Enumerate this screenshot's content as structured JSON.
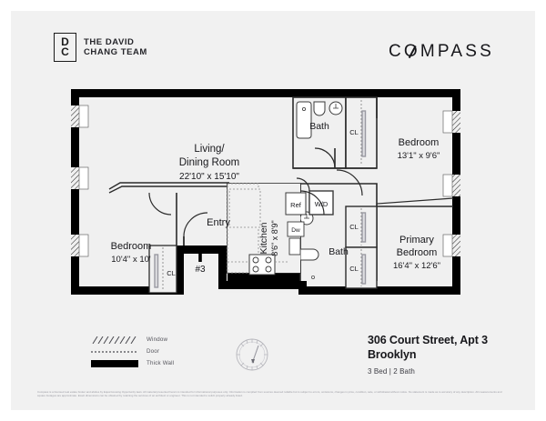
{
  "header": {
    "team_logo_letters": [
      "D",
      "C"
    ],
    "team_name_line1": "THE DAVID",
    "team_name_line2": "CHANG TEAM",
    "brokerage_logo_pre": "C",
    "brokerage_logo_o": "O",
    "brokerage_logo_post": "MPASS"
  },
  "floorplan": {
    "rooms": [
      {
        "id": "living_dining",
        "name_line1": "Living/",
        "name_line2": "Dining Room",
        "dimensions": "22'10\" x 15'10\""
      },
      {
        "id": "bedroom_left",
        "name": "Bedroom",
        "dimensions": "10'4\" x 10'"
      },
      {
        "id": "bedroom_top_right",
        "name": "Bedroom",
        "dimensions": "13'1\" x 9'6\""
      },
      {
        "id": "primary_bedroom",
        "name_line1": "Primary",
        "name_line2": "Bedroom",
        "dimensions": "16'4\" x 12'6\""
      },
      {
        "id": "kitchen",
        "name": "Kitchen",
        "dimensions": "8'6\" x 8'9\""
      },
      {
        "id": "bath_top",
        "name": "Bath"
      },
      {
        "id": "bath_lower",
        "name": "Bath"
      }
    ],
    "labels": {
      "entry": "Entry",
      "unit_number": "#3",
      "closet": "CL",
      "refrigerator": "Ref",
      "washer_dryer": "W/D",
      "dishwasher": "Dw"
    },
    "closets": [
      "CL",
      "CL",
      "CL",
      "CL",
      "CL"
    ],
    "compass_north": "N"
  },
  "legend": {
    "items": [
      {
        "icon": "window-hatch-swatch",
        "label": "Window"
      },
      {
        "icon": "door-dotted-swatch",
        "label": "Door"
      },
      {
        "icon": "thick-wall-swatch",
        "label": "Thick Wall"
      }
    ]
  },
  "address": {
    "line1": "306 Court Street, Apt 3",
    "line2": "Brooklyn",
    "beds_baths": "3 Bed | 2 Bath"
  },
  "disclaimer": {
    "text": "Compass is a licensed real estate broker and abides by Equal Housing Opportunity laws. All material presented herein is intended for informational purposes only. Information is compiled from sources deemed reliable but is subject to errors, omissions, changes in price, condition, sale, or withdrawal without notice. No statement is made as to accuracy of any description. All measurements and square footages are approximate. Exact dimensions can be obtained by retaining the services of an architect or engineer. This is not intended to solicit property already listed."
  },
  "colors": {
    "sheet_background": "#f1f1f1",
    "wall": "#000000",
    "room_fill": "#f0f0f0",
    "text": "#17171b",
    "muted_text": "#9a9aa2"
  }
}
